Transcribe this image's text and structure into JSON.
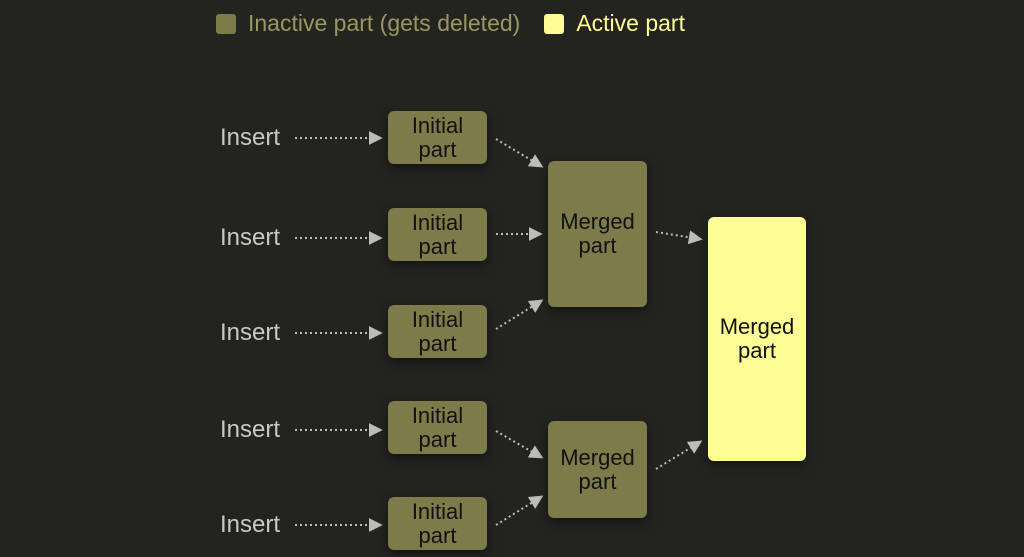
{
  "legend": {
    "inactive_label": "Inactive part (gets deleted)",
    "active_label": "Active part",
    "inactive_color": "#7d7b49",
    "active_color": "#fdfd96"
  },
  "inserts": [
    {
      "label": "Insert"
    },
    {
      "label": "Insert"
    },
    {
      "label": "Insert"
    },
    {
      "label": "Insert"
    },
    {
      "label": "Insert"
    }
  ],
  "initial_parts": [
    {
      "line1": "Initial",
      "line2": "part"
    },
    {
      "line1": "Initial",
      "line2": "part"
    },
    {
      "line1": "Initial",
      "line2": "part"
    },
    {
      "line1": "Initial",
      "line2": "part"
    },
    {
      "line1": "Initial",
      "line2": "part"
    }
  ],
  "merged_parts": [
    {
      "line1": "Merged",
      "line2": "part"
    },
    {
      "line1": "Merged",
      "line2": "part"
    }
  ],
  "final_part": {
    "line1": "Merged",
    "line2": "part"
  }
}
